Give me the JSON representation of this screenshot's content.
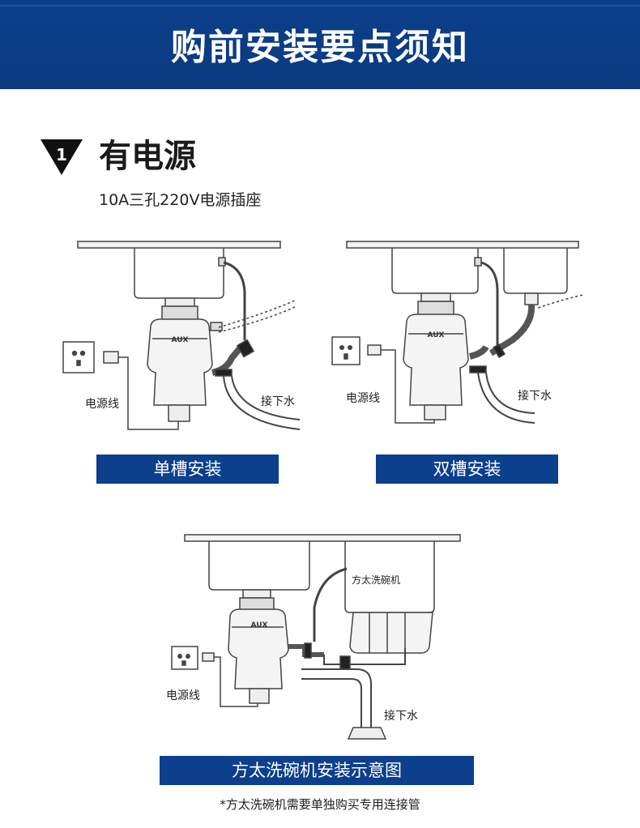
{
  "header": {
    "title": "购前安装要点须知"
  },
  "section": {
    "number": "1",
    "title": "有电源",
    "subtitle": "10A三孔220V电源插座"
  },
  "diagrams": {
    "single": {
      "brand": "AUX",
      "power_label": "电源线",
      "drain_label": "接下水",
      "caption": "单槽安装"
    },
    "double": {
      "brand": "AUX",
      "power_label": "电源线",
      "drain_label": "接下水",
      "caption": "双槽安装"
    },
    "dishwasher": {
      "brand": "AUX",
      "power_label": "电源线",
      "drain_label": "接下水",
      "appliance_label": "方太洗碗机",
      "caption": "方太洗碗机安装示意图"
    }
  },
  "note": "*方太洗碗机需要单独购买专用连接管"
}
